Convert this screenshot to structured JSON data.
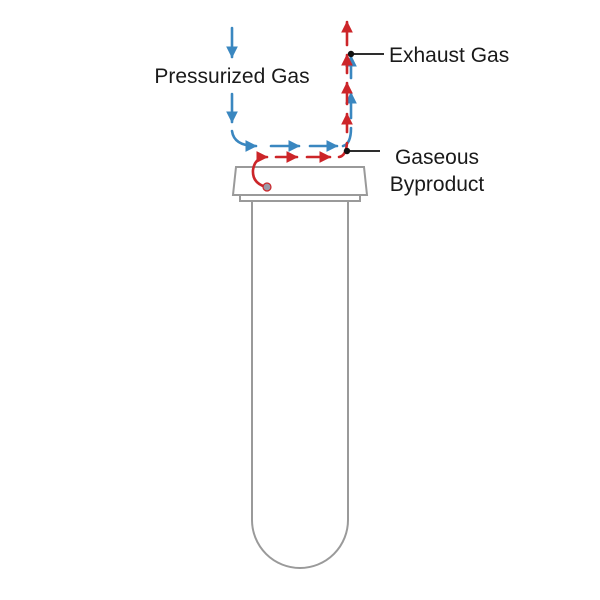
{
  "labels": {
    "pressurized_gas": "Pressurized Gas",
    "exhaust_gas": "Exhaust Gas",
    "gaseous_byproduct_line1": "Gaseous",
    "gaseous_byproduct_line2": "Byproduct"
  },
  "colors": {
    "pressurized_gas_flow": "#3a87c0",
    "byproduct_flow": "#cc2529",
    "tube_outline": "#9a9a9a",
    "label_text": "#1a1a1a",
    "pointer": "#111111"
  },
  "icons": {
    "flow_arrow": "arrowhead",
    "pointer_dot": "filled-circle"
  }
}
